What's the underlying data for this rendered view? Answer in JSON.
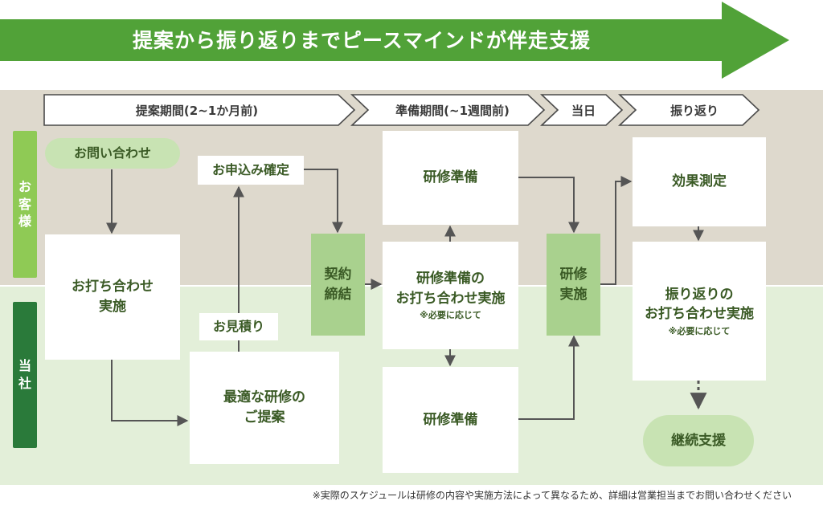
{
  "banner": {
    "title": "提案から振り返りまでピースマインドが伴走支援"
  },
  "phases": {
    "proposal": "提案期間(2~1か月前)",
    "prep": "準備期間(~1週間前)",
    "day": "当日",
    "review": "振り返り"
  },
  "lanes": {
    "customer": [
      "お",
      "客",
      "様"
    ],
    "company": [
      "当",
      "社"
    ]
  },
  "nodes": {
    "inquiry": "お問い合わせ",
    "application": "お申込み確定",
    "meeting": [
      "お打ち合わせ",
      "実施"
    ],
    "estimate": "お見積り",
    "proposal": [
      "最適な研修の",
      "ご提案"
    ],
    "contract": [
      "契約",
      "締結"
    ],
    "prep_top": "研修準備",
    "prep_meeting": [
      "研修準備の",
      "お打ち合わせ実施"
    ],
    "prep_meeting_note": "※必要に応じて",
    "prep_bottom": "研修準備",
    "training": [
      "研修",
      "実施"
    ],
    "effect": "効果測定",
    "review_meeting": [
      "振り返りの",
      "お打ち合わせ実施"
    ],
    "review_meeting_note": "※必要に応じて",
    "continued": "継続支援"
  },
  "footnote": "※実際のスケジュールは研修の内容や実施方法によって異なるため、詳細は営業担当までお問い合わせください",
  "colors": {
    "banner": "#51a238",
    "customer_lane": "#ded9cd",
    "company_lane": "#e3efd9",
    "customer_label": "#8fca55",
    "company_label": "#2a7a3a",
    "text": "#3a5a25",
    "connector": "#555555"
  }
}
